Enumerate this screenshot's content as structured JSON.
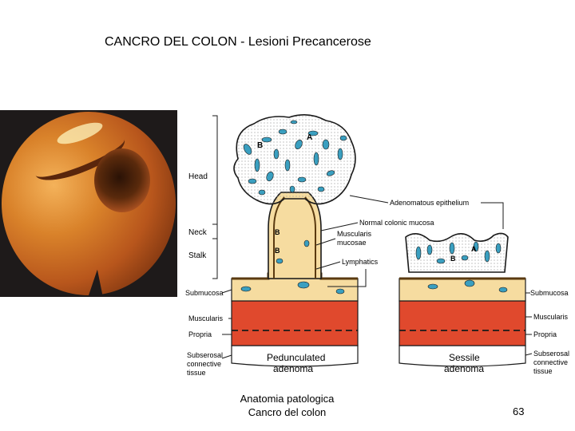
{
  "title": "CANCRO DEL COLON  - Lesioni Precancerose",
  "diagram": {
    "left_labels": {
      "head": "Head",
      "neck": "Neck",
      "stalk": "Stalk",
      "submucosa": "Submucosa",
      "muscularis": "Muscularis",
      "propria": "Propria",
      "subserosal_1": "Subserosal",
      "subserosal_2": "connective",
      "subserosal_3": "tissue"
    },
    "right_labels": {
      "submucosa": "Submucosa",
      "muscularis": "Muscularis",
      "propria": "Propria",
      "subserosal_1": "Subserosal",
      "subserosal_2": "connective",
      "subserosal_3": "tissue"
    },
    "center_labels": {
      "adenomatous_epithelium": "Adenomatous epithelium",
      "normal_colonic_mucosa": "Normal colonic mucosa",
      "muscularis_mucosae_1": "Muscularis",
      "muscularis_mucosae_2": "mucosae",
      "lymphatics": "Lymphatics"
    },
    "region_letters": {
      "a": "A",
      "b": "B"
    },
    "pedunculated_1": "Pedunculated",
    "pedunculated_2": "adenoma",
    "sessile_1": "Sessile",
    "sessile_2": "adenoma",
    "colors": {
      "muscle": "#e0492d",
      "submucosa": "#f6dca0",
      "gland": "#3a9fc0",
      "outline": "#1a1a1a"
    }
  },
  "footer": {
    "line1": "Anatomia patologica",
    "line2": "Cancro del colon"
  },
  "page_number": "63"
}
